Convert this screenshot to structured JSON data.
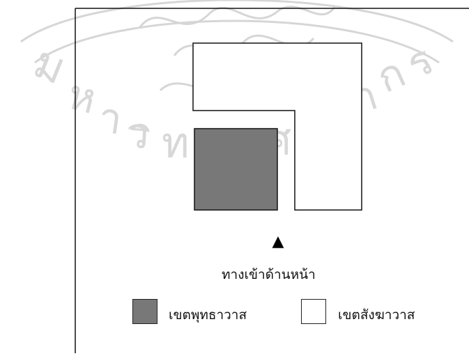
{
  "diagram": {
    "zones": [
      {
        "id": "buddhawat",
        "label": "เขตพุทธาวาส",
        "fill": "#787878"
      },
      {
        "id": "sanghawat",
        "label": "เขตสังฆาวาส",
        "fill": "#ffffff"
      }
    ],
    "entrance": {
      "label": "ทางเข้าด้านหน้า",
      "symbol": "▲"
    },
    "watermark": {
      "text": "มหาวิทยาลัยศิลปากร",
      "color": "#d8d8d8",
      "style": "university seal watermark"
    }
  }
}
